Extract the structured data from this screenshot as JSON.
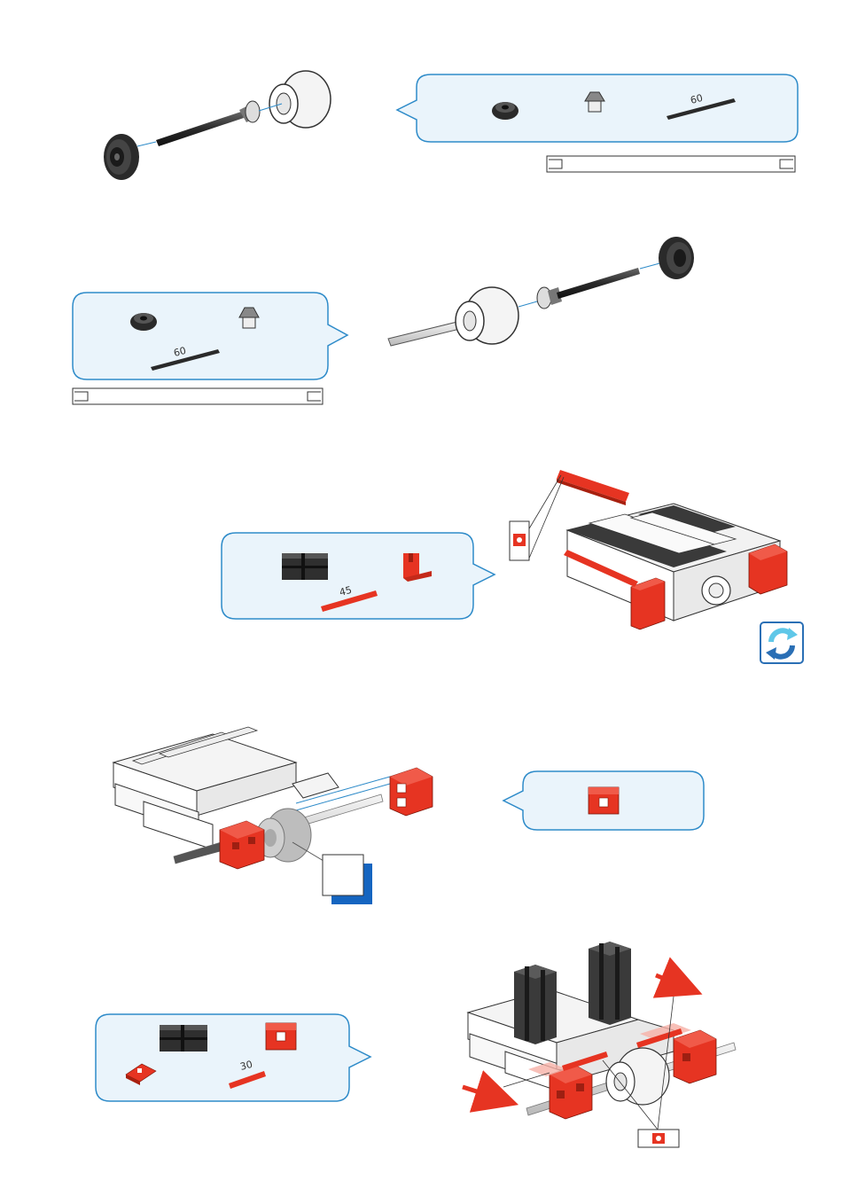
{
  "steps": [
    {
      "id": "step-1",
      "parts_callout": {
        "parts": [
          "flywheel",
          "bevel-gear",
          "axle"
        ],
        "axle_length_label": "60"
      }
    },
    {
      "id": "step-2",
      "parts_callout": {
        "parts": [
          "flywheel",
          "bevel-gear",
          "axle"
        ],
        "axle_length_label": "60"
      }
    },
    {
      "id": "step-3",
      "parts_callout": {
        "parts": [
          "building-block-30",
          "angle-block",
          "strip"
        ],
        "strip_length_label": "45"
      },
      "rotate_icon": "rotate-arrows-icon"
    },
    {
      "id": "step-4",
      "parts_callout": {
        "parts": [
          "building-block-15-red"
        ]
      },
      "insert_frame": "callout-box"
    },
    {
      "id": "step-5",
      "parts_callout": {
        "parts": [
          "building-block-30",
          "building-block-15-red",
          "red-plate",
          "strip"
        ],
        "strip_length_label": "30"
      }
    }
  ],
  "colors": {
    "callout_border": "#2e8bc9",
    "callout_fill": "#eaf4fb",
    "red_part": "#e63422",
    "dark_part": "#3a3a3a",
    "rotate_icon_bg": "#2a6fb5",
    "rotate_icon_fill": "#5fc7e8",
    "arrow_red": "#e63422"
  }
}
